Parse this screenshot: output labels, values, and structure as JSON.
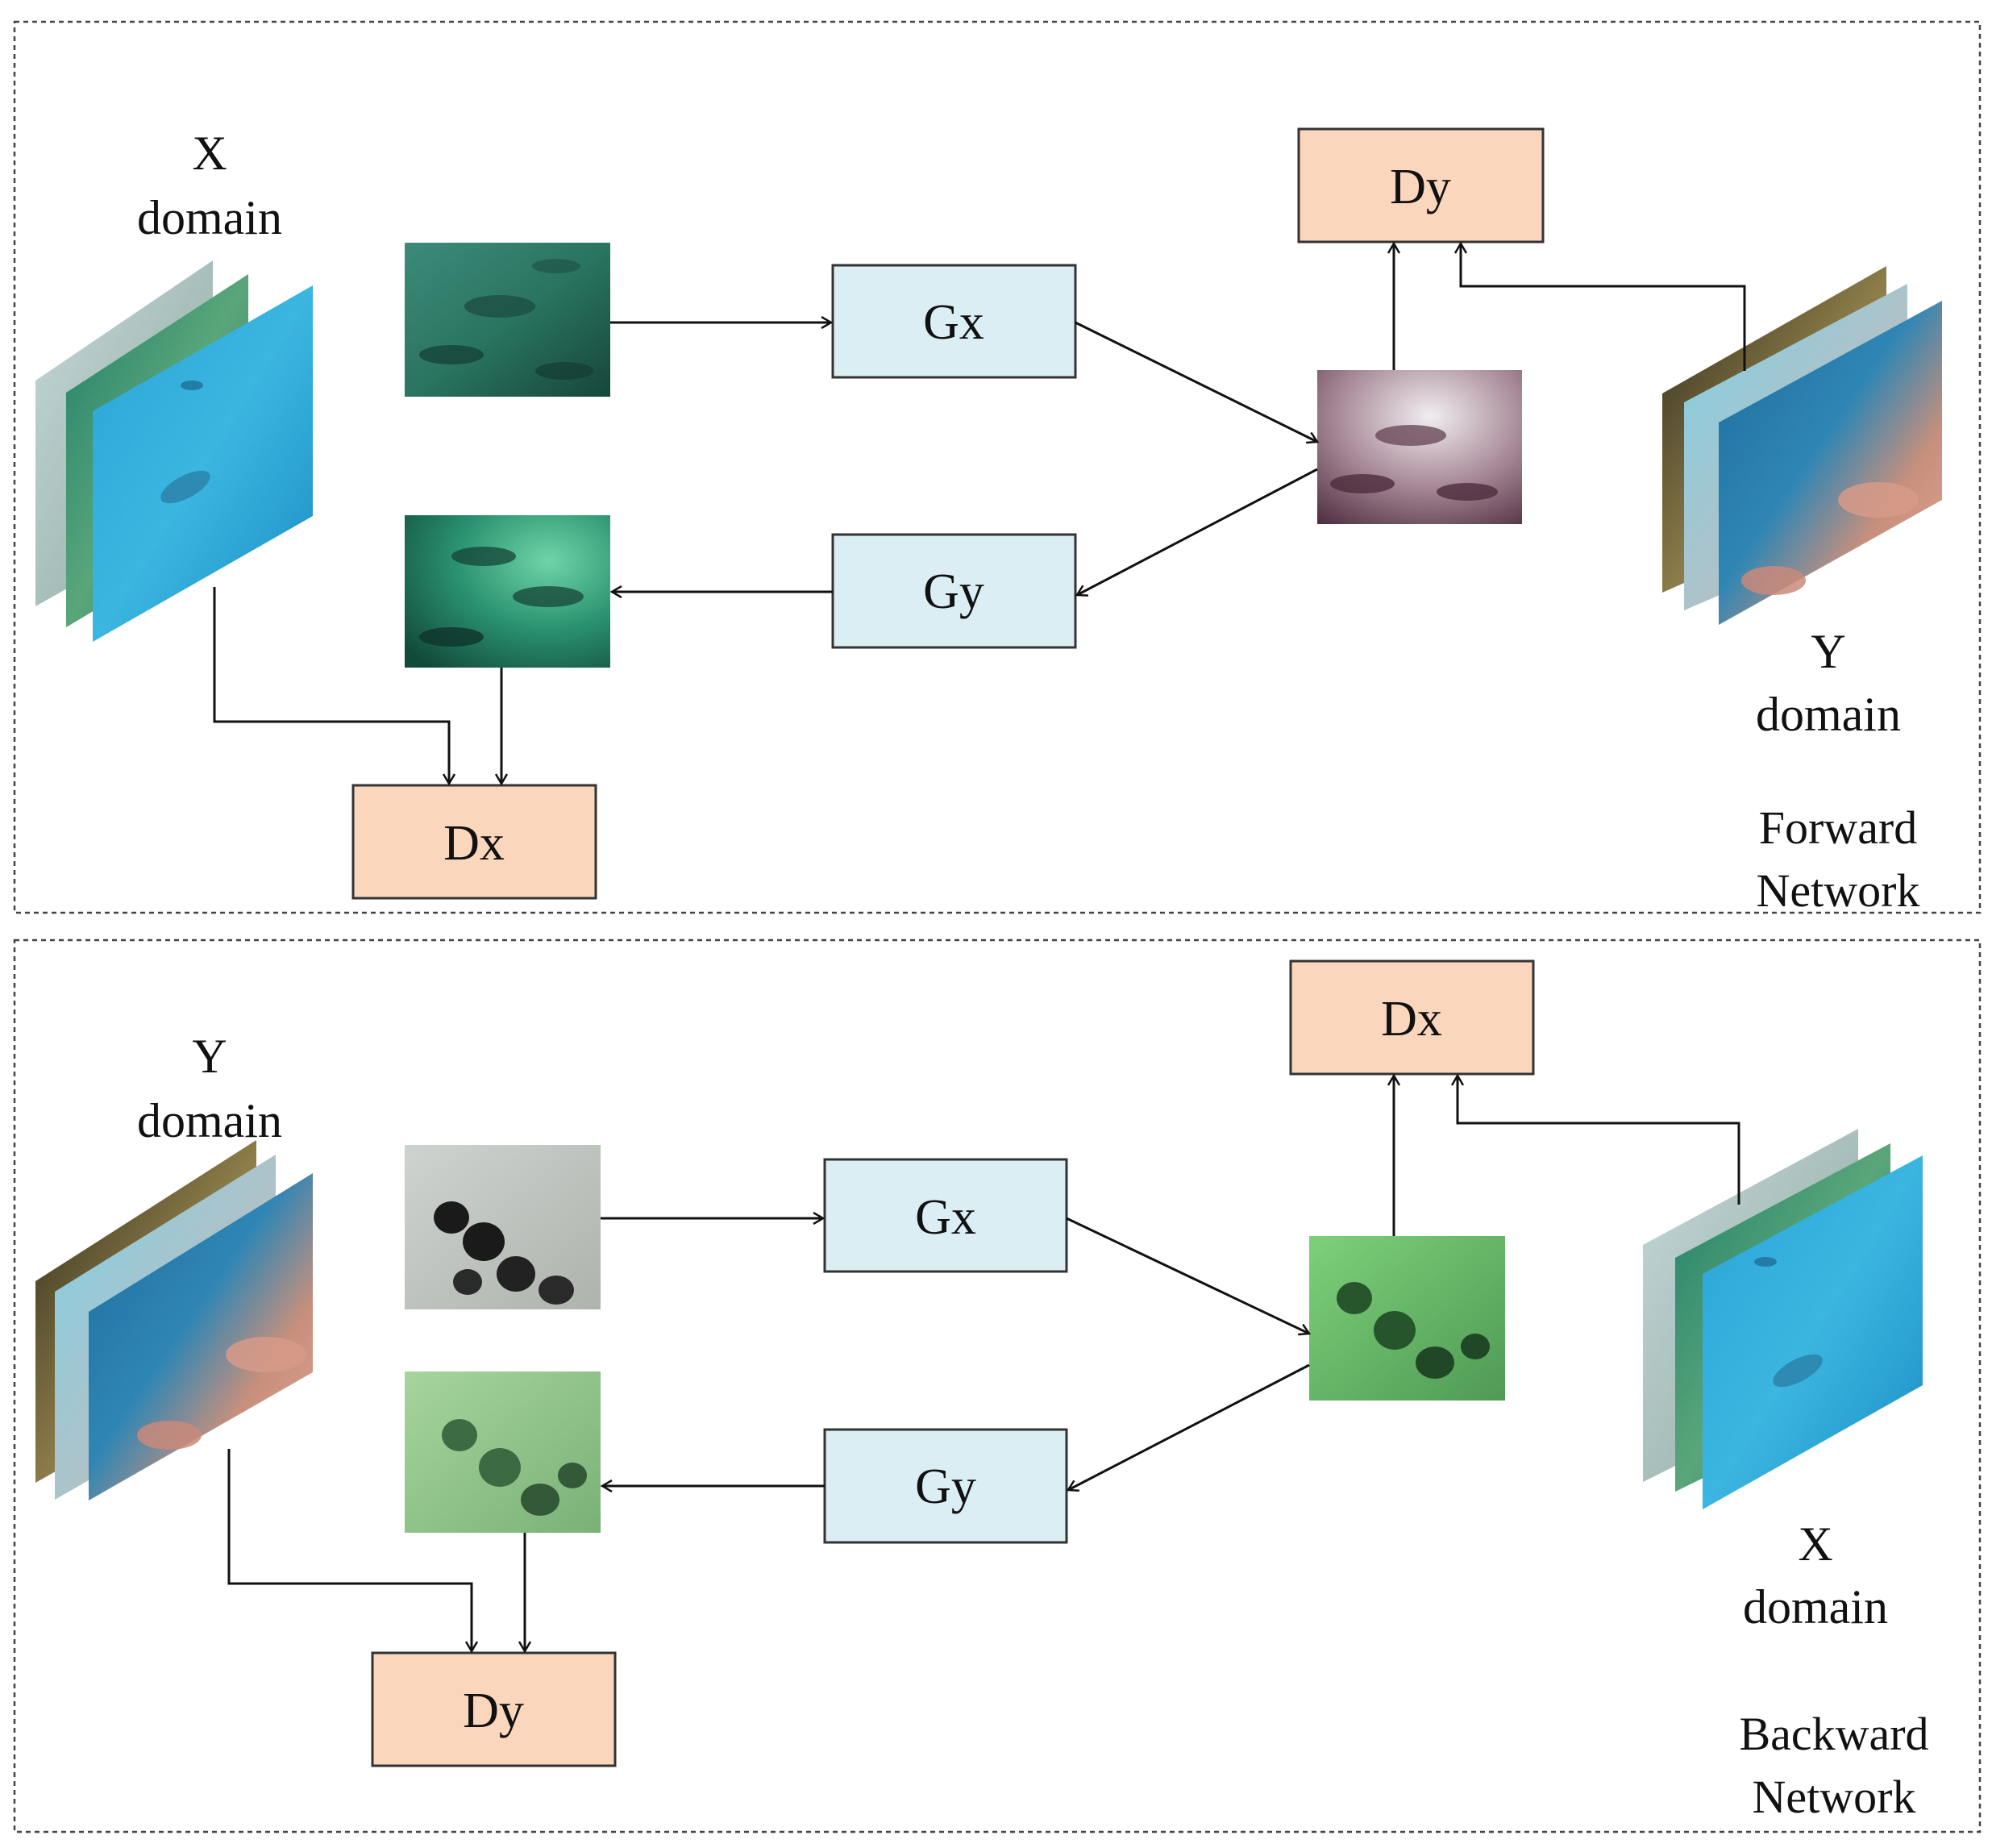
{
  "forward": {
    "x_domain": {
      "line1": "X",
      "line2": "domain"
    },
    "y_domain": {
      "line1": "Y",
      "line2": "domain"
    },
    "gx": "Gx",
    "gy": "Gy",
    "dx": "Dx",
    "dy": "Dy",
    "caption": {
      "line1": "Forward",
      "line2": "Network"
    }
  },
  "backward": {
    "y_domain": {
      "line1": "Y",
      "line2": "domain"
    },
    "x_domain": {
      "line1": "X",
      "line2": "domain"
    },
    "gx": "Gx",
    "gy": "Gy",
    "dx": "Dx",
    "dy": "Dy",
    "caption": {
      "line1": "Backward",
      "line2": "Network"
    }
  },
  "colors": {
    "generator_fill": "#dbeef4",
    "discriminator_fill": "#fad6bc",
    "box_stroke": "#333333",
    "arrow": "#111111",
    "frame": "#444444"
  }
}
